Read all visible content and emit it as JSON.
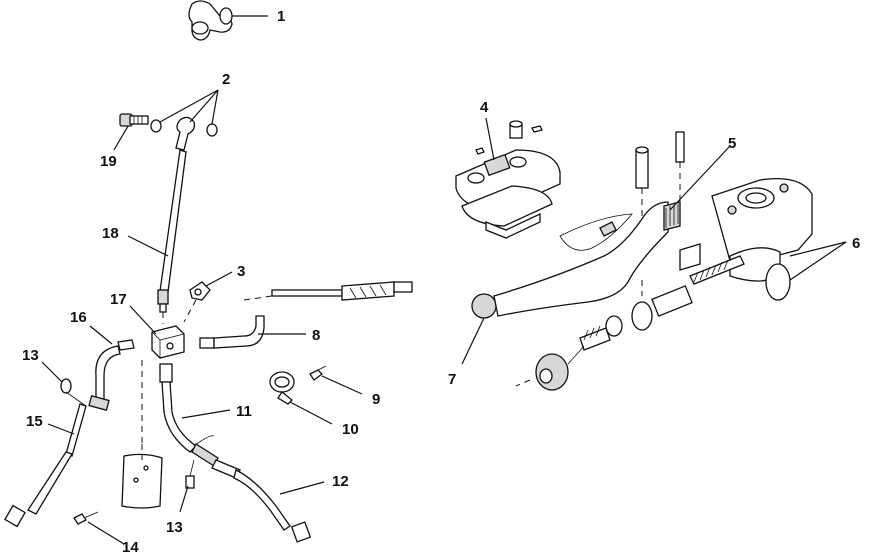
{
  "callouts": [
    {
      "id": "c1",
      "label": "1"
    },
    {
      "id": "c2",
      "label": "2"
    },
    {
      "id": "c3",
      "label": "3"
    },
    {
      "id": "c4",
      "label": "4"
    },
    {
      "id": "c5",
      "label": "5"
    },
    {
      "id": "c6",
      "label": "6"
    },
    {
      "id": "c7",
      "label": "7"
    },
    {
      "id": "c8",
      "label": "8"
    },
    {
      "id": "c9",
      "label": "9"
    },
    {
      "id": "c10",
      "label": "10"
    },
    {
      "id": "c11",
      "label": "11"
    },
    {
      "id": "c12",
      "label": "12"
    },
    {
      "id": "c13a",
      "label": "13"
    },
    {
      "id": "c13b",
      "label": "13"
    },
    {
      "id": "c14",
      "label": "14"
    },
    {
      "id": "c15",
      "label": "15"
    },
    {
      "id": "c16",
      "label": "16"
    },
    {
      "id": "c17",
      "label": "17"
    },
    {
      "id": "c18",
      "label": "18"
    },
    {
      "id": "c19",
      "label": "19"
    }
  ],
  "colors": {
    "ink": "#111111",
    "background": "#ffffff",
    "shade": "#d8d8d8"
  }
}
